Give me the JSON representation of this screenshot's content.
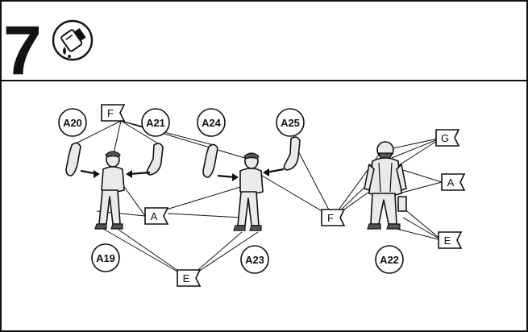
{
  "step": {
    "number": "7",
    "paint_icon": "paint-bottle-icon"
  },
  "part_callouts": [
    {
      "id": "a20",
      "label": "A20"
    },
    {
      "id": "a21",
      "label": "A21"
    },
    {
      "id": "a24",
      "label": "A24"
    },
    {
      "id": "a25",
      "label": "A25"
    },
    {
      "id": "a19",
      "label": "A19"
    },
    {
      "id": "a23",
      "label": "A23"
    },
    {
      "id": "a22",
      "label": "A22"
    }
  ],
  "color_flags": [
    {
      "id": "f1",
      "label": "F"
    },
    {
      "id": "a1",
      "label": "A"
    },
    {
      "id": "e1",
      "label": "E"
    },
    {
      "id": "f2",
      "label": "F"
    },
    {
      "id": "g1",
      "label": "G"
    },
    {
      "id": "a2",
      "label": "A"
    },
    {
      "id": "e2",
      "label": "E"
    }
  ],
  "colors": {
    "ink": "#111111",
    "background": "#ffffff"
  }
}
